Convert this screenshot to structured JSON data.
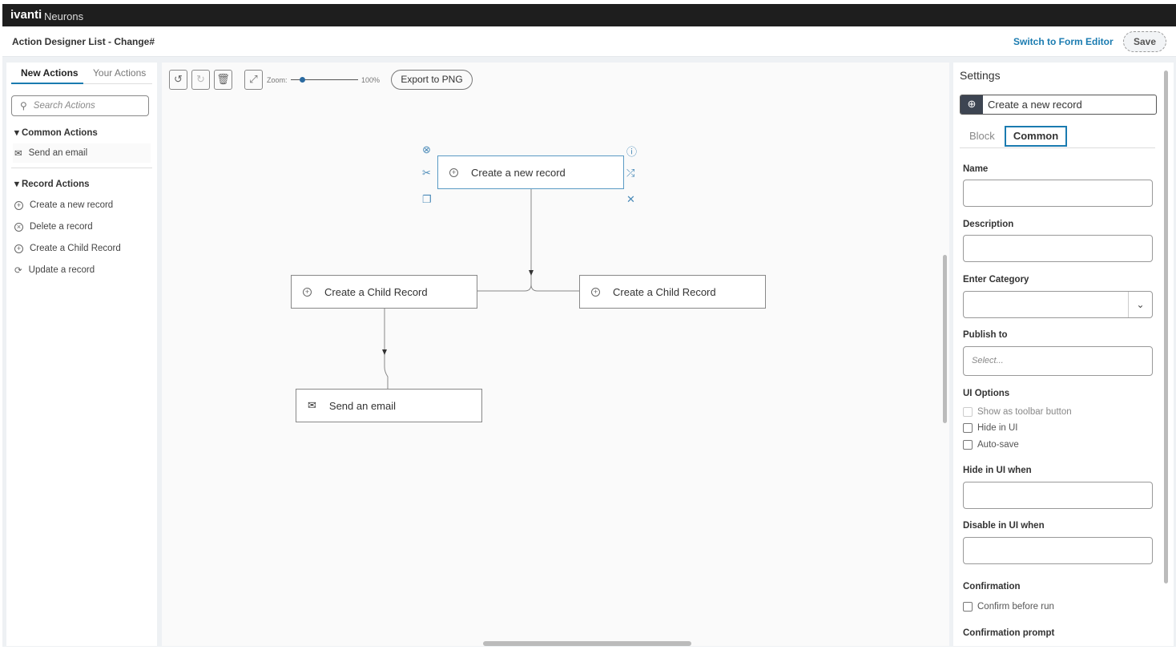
{
  "app": {
    "brand": "ivanti",
    "product": "Neurons"
  },
  "header": {
    "title": "Action Designer List - Change#",
    "switch_label": "Switch to Form Editor",
    "save_label": "Save"
  },
  "left": {
    "tabs": [
      "New Actions",
      "Your Actions"
    ],
    "search_placeholder": "Search Actions",
    "groups": [
      {
        "label": "Common Actions",
        "items": [
          "Send an email"
        ]
      },
      {
        "label": "Record Actions",
        "items": [
          "Create a new record",
          "Delete a record",
          "Create a Child Record",
          "Update a record"
        ]
      }
    ]
  },
  "toolbar": {
    "zoom_label": "Zoom:",
    "zoom_value": "100%",
    "zoom_fraction": 0.2,
    "export_label": "Export to PNG"
  },
  "canvas": {
    "nodes": [
      "Create a new record",
      "Create a Child Record",
      "Create a Child Record",
      "Send an email"
    ]
  },
  "settings": {
    "title": "Settings",
    "selected_block": "Create a new record",
    "tabs": [
      "Block",
      "Common"
    ],
    "active_tab": "Common",
    "fields": {
      "name": "Name",
      "description": "Description",
      "category": "Enter Category",
      "publish": "Publish to",
      "publish_placeholder": "Select...",
      "ui_options": "UI Options",
      "hide_when": "Hide in UI when",
      "disable_when": "Disable in UI when",
      "confirmation": "Confirmation",
      "confirm_prompt": "Confirmation prompt"
    },
    "checkboxes": [
      "Show as toolbar button",
      "Hide in UI",
      "Auto-save"
    ],
    "confirm_checkbox": "Confirm before run"
  },
  "colors": {
    "accent": "#1a7bb0",
    "topbar": "#1e1e1e"
  }
}
